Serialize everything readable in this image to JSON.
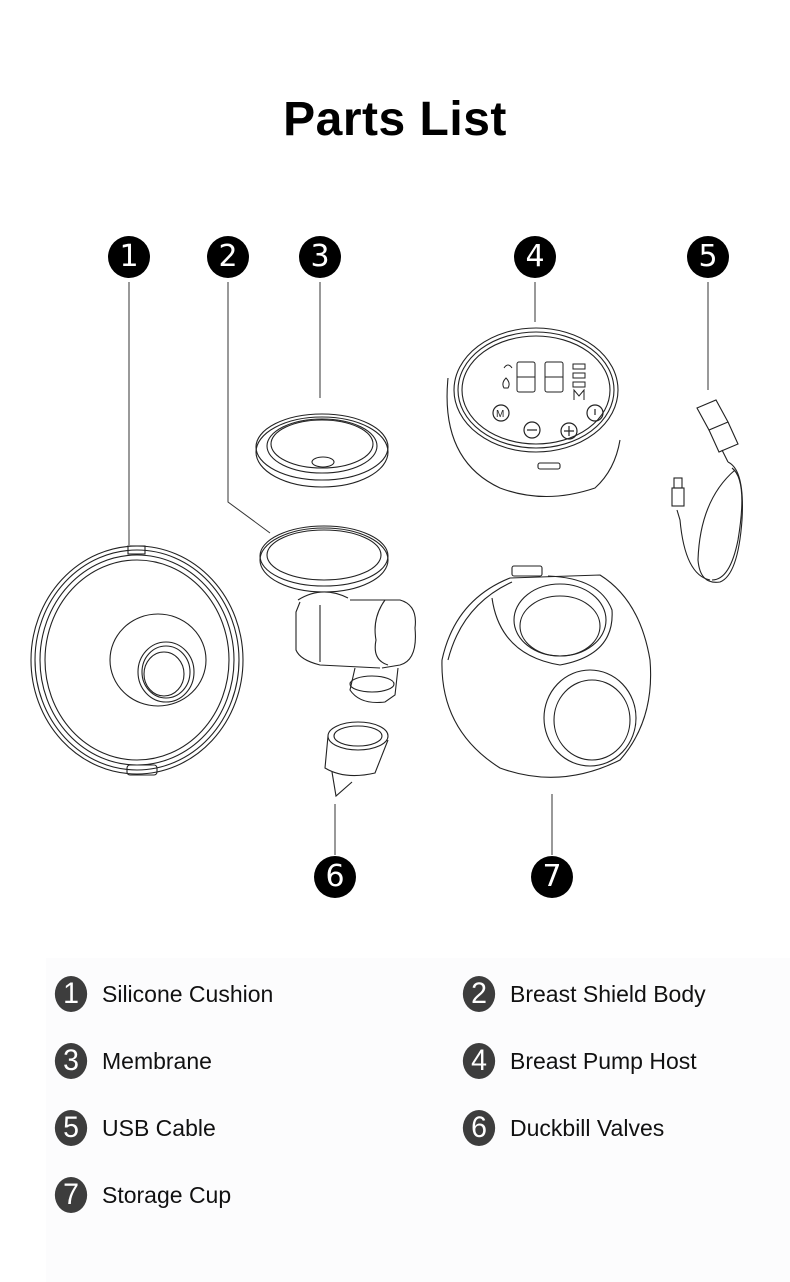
{
  "page": {
    "title": "Parts List",
    "background_color": "#ffffff",
    "legend_badge_color": "#3d3d3d",
    "callout_color": "#000000"
  },
  "callouts": [
    {
      "number": "1",
      "part": "Silicone Cushion"
    },
    {
      "number": "2",
      "part": "Breast Shield Body"
    },
    {
      "number": "3",
      "part": "Membrane"
    },
    {
      "number": "4",
      "part": "Breast Pump Host"
    },
    {
      "number": "5",
      "part": "USB Cable"
    },
    {
      "number": "6",
      "part": "Duckbill Valves"
    },
    {
      "number": "7",
      "part": "Storage Cup"
    }
  ],
  "pump_host_display": {
    "digits": "88",
    "mode_letter": "M",
    "buttons": [
      "M",
      "−",
      "+",
      "power"
    ],
    "icons": [
      "massage-hand-icon",
      "droplet-icon",
      "battery-level-icon"
    ]
  },
  "legend": {
    "items": [
      {
        "number": "1",
        "label": "Silicone Cushion"
      },
      {
        "number": "2",
        "label": "Breast Shield Body"
      },
      {
        "number": "3",
        "label": "Membrane"
      },
      {
        "number": "4",
        "label": "Breast Pump Host"
      },
      {
        "number": "5",
        "label": "USB Cable"
      },
      {
        "number": "6",
        "label": "Duckbill Valves"
      },
      {
        "number": "7",
        "label": "Storage Cup"
      }
    ]
  }
}
